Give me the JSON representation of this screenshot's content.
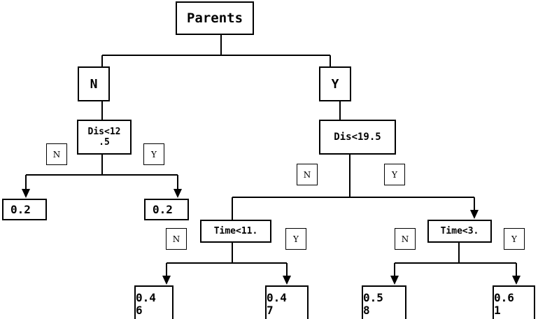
{
  "root": {
    "label": "Parents"
  },
  "branches": {
    "left": "N",
    "right": "Y"
  },
  "conditions": {
    "left_dis": [
      "Dis<12",
      ".5"
    ],
    "right_dis": "Dis<19.5",
    "left_time": "Time<11.",
    "right_time": "Time<3."
  },
  "edge_labels": {
    "no": "N",
    "yes": "Y"
  },
  "leaves": {
    "ll": "0.2",
    "lr": "0.2",
    "rll": [
      "0.4",
      "6"
    ],
    "rlr": [
      "0.4",
      "7"
    ],
    "rrl": [
      "0.5",
      "8"
    ],
    "rrr": [
      "0.6",
      "1"
    ]
  }
}
